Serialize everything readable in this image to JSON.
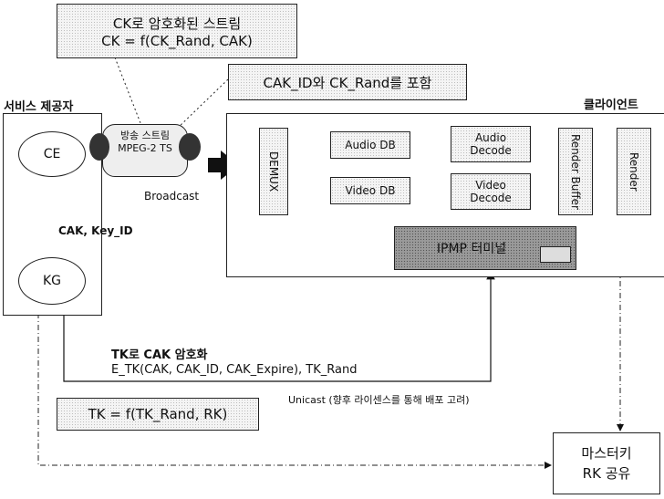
{
  "callouts": {
    "ck_stream_line1": "CK로 암호화된 스트림",
    "ck_stream_line2": "CK = f(CK_Rand, CAK)",
    "cak_id_note": "CAK_ID와 CK_Rand를 포함",
    "tk_formula": "TK = f(TK_Rand, RK)"
  },
  "service_provider": {
    "title": "서비스 제공자",
    "ce": "CE",
    "kg": "KG",
    "cak_key_id": "CAK, Key_ID"
  },
  "broadcast": {
    "stream_line1": "방송 스트림",
    "stream_line2": "MPEG-2 TS",
    "label": "Broadcast"
  },
  "client": {
    "title": "클라이언트",
    "demux": "DEMUX",
    "audio_db": "Audio DB",
    "video_db": "Video DB",
    "audio_decode_1": "Audio",
    "audio_decode_2": "Decode",
    "video_decode_1": "Video",
    "video_decode_2": "Decode",
    "render_buffer": "Render Buffer",
    "render": "Render",
    "ipmp_terminal": "IPMP 터미널"
  },
  "tk_encryption": {
    "line1": "TK로 CAK 암호화",
    "line2": "E_TK(CAK, CAK_ID, CAK_Expire), TK_Rand"
  },
  "unicast_note": "Unicast (향후 라이센스를 통해 배포 고려)",
  "master_key": {
    "line1": "마스터키",
    "line2": "RK 공유"
  }
}
